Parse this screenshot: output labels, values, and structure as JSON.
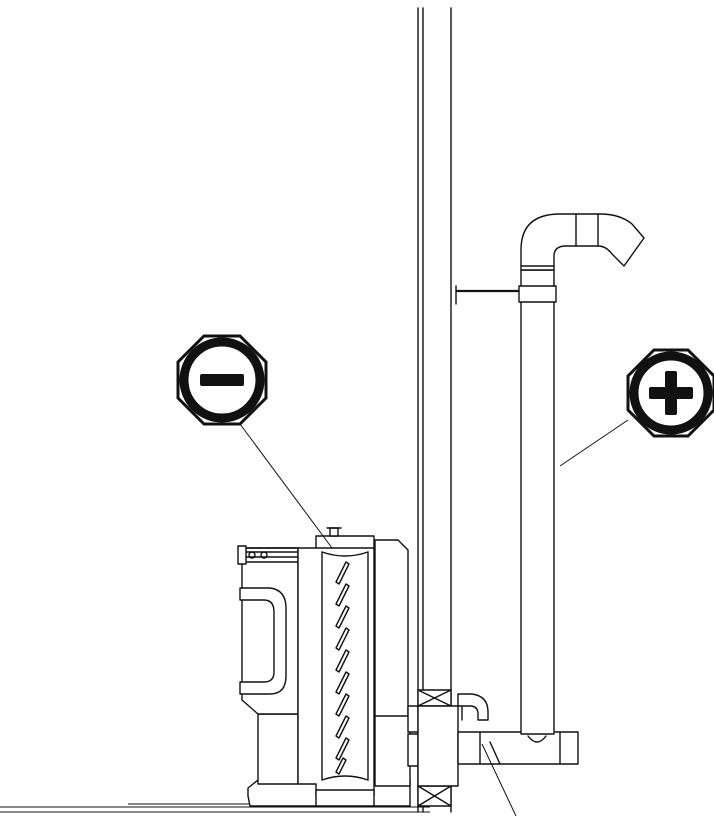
{
  "symbols": {
    "minus": {
      "glyph": "minus",
      "meaning": "lower"
    },
    "plus": {
      "glyph": "plus",
      "meaning": "higher"
    }
  },
  "colors": {
    "stroke": "#111111",
    "background": "#ffffff"
  }
}
